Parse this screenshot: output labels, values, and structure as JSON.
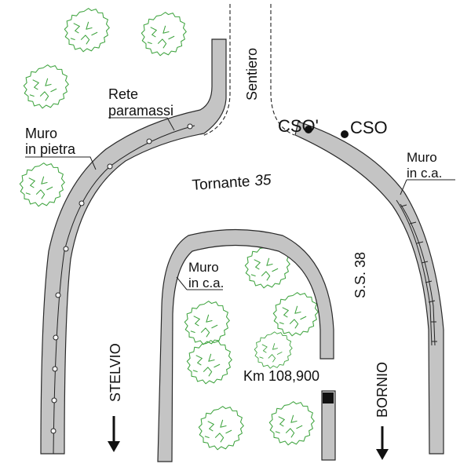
{
  "diagram": {
    "title_curve": "Tornante",
    "title_curve_number": "35",
    "path_label": "Sentiero",
    "road_label": "S.S. 38",
    "labels": {
      "rockfall_net_line1": "Rete",
      "rockfall_net_line2": "paramassi",
      "stone_wall_line1": "Muro",
      "stone_wall_line2": "in pietra",
      "concrete_wall_right_line1": "Muro",
      "concrete_wall_right_line2": "in c.a.",
      "concrete_wall_inner_line1": "Muro",
      "concrete_wall_inner_line2": "in c.a."
    },
    "points": [
      {
        "id": "cso-prime",
        "label": "CSO'"
      },
      {
        "id": "cso",
        "label": "CSO"
      }
    ],
    "kilometer_marker": "Km 108,900",
    "directions": {
      "left": "STELVIO",
      "right": "BORNIO"
    },
    "colors": {
      "wall_fill": "#c4c4c4",
      "wall_stroke": "#2a2a2a",
      "tree": "#3fa43f",
      "marker": "#111111"
    }
  }
}
